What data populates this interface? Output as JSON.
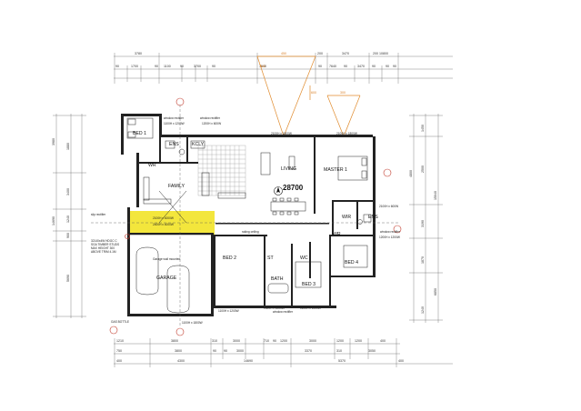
{
  "colors": {
    "wall": "#222222",
    "highlight": "#f1e21a",
    "roof_lines": "#e08a2c",
    "marker": "#c0392b"
  },
  "area_label": "28700",
  "rooms": {
    "bed1": "BED 1",
    "ens_left": "ENS",
    "kcly": "KCLY",
    "wir_left": "WR",
    "family": "FAMILY",
    "living": "LIVING",
    "master": "MASTER 1",
    "wir_master": "WIR",
    "ens_master": "ENS",
    "wr_hall": "WR",
    "bed2": "BED 2",
    "st": "ST",
    "bath": "BATH",
    "bed3": "BED 3",
    "wc": "WC",
    "bed4": "BED 4",
    "garage": "GARAGE"
  },
  "notes": {
    "window_rectifier_top": "window rectifier",
    "window_rectifier_top2": "window rectifier",
    "raking_ceiling": "raking ceiling",
    "garage_wall": "Garage wall mounted",
    "window_rectifier_bottom": "window rectifier",
    "window_rectifier_right": "window rectifier",
    "slip_rectifier": "slip rectifier",
    "gas_bottle": "GAS BOTTLE",
    "garage_spec": "32140x4W HDGC C SGA TIMBER STUDS MAX HEIGHT 300 ABOVE TRIM 4.1M"
  },
  "top_dims_outer": [
    "3780",
    "7640",
    "200",
    "3470",
    "200 10800"
  ],
  "top_dims_inner": [
    "90",
    "1700",
    "90",
    "1100",
    "90",
    "3700",
    "90",
    "90",
    "7640",
    "90",
    "3470",
    "90",
    "90",
    "90"
  ],
  "bottom_dims_row1": [
    "1210",
    "3800",
    "3000",
    "310",
    "710",
    "90",
    "1200",
    "3000",
    "1200",
    "1200",
    "400"
  ],
  "bottom_dims_row2": [
    "750",
    "3800",
    "90",
    "90",
    "3000",
    "3370",
    "310",
    "3050"
  ],
  "bottom_dims_total": [
    "400",
    "4300",
    "14690",
    "5370",
    "400"
  ],
  "left_dims": [
    "3980",
    "1880",
    "3400",
    "1240",
    "900",
    "5690",
    "14690"
  ],
  "right_dims": [
    "1450",
    "4800",
    "2500",
    "3190",
    "1870",
    "1240",
    "6850",
    "15040"
  ],
  "roof_labels": [
    "450",
    "600",
    "300",
    "640"
  ],
  "window_tags": [
    "1100H x 1200W",
    "1200H x 600W",
    "2100H x 1800W",
    "2100H x 1800W",
    "2100H x 600W",
    "1200H x 1200W",
    "1100H x 1200W",
    "1300H x 1200W",
    "1200H x 1200W",
    "1100H x 1800W",
    "2100H x 4000W",
    "2400H x 4000W"
  ]
}
